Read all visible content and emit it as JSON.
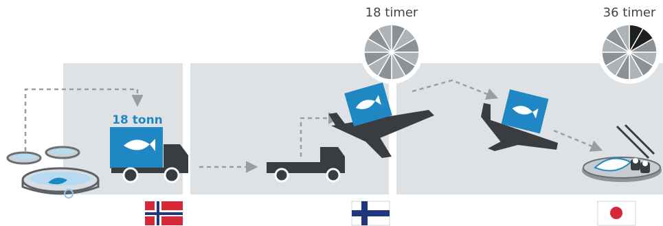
{
  "stages": {
    "truck_label": "18 tonn",
    "finland_clock_label": "18 timer",
    "japan_clock_label": "36 timer"
  },
  "clocks": {
    "segments": 12,
    "finland_dark_segments": 0,
    "japan_dark_segments": 2
  },
  "colors": {
    "panel": "#dfe2e4",
    "vehicle": "#3a3d40",
    "box": "#1f87c4",
    "dashed": "#9a9ea2"
  },
  "flags": [
    "norway-flag",
    "finland-flag",
    "japan-flag"
  ]
}
